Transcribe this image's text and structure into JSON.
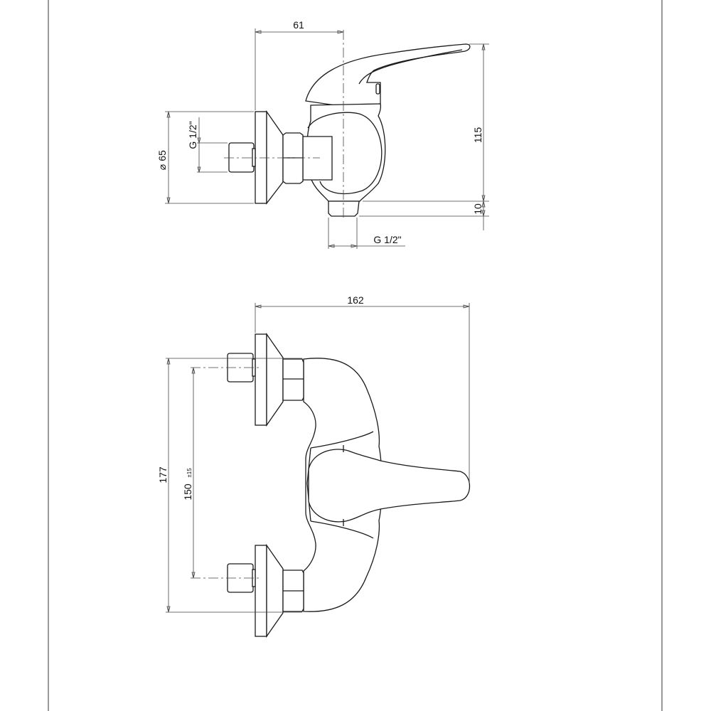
{
  "drawing": {
    "side_view": {
      "dim_depth": "61",
      "dim_flange_diameter": "65",
      "diameter_symbol": "⌀",
      "dim_inlet_thread": "G 1/2\"",
      "dim_height": "115",
      "dim_outlet_length": "10",
      "dim_outlet_thread": "G 1/2\""
    },
    "front_view": {
      "dim_width": "162",
      "dim_overall_height": "177",
      "dim_centers": "150",
      "dim_centers_tolerance": "±15"
    }
  }
}
